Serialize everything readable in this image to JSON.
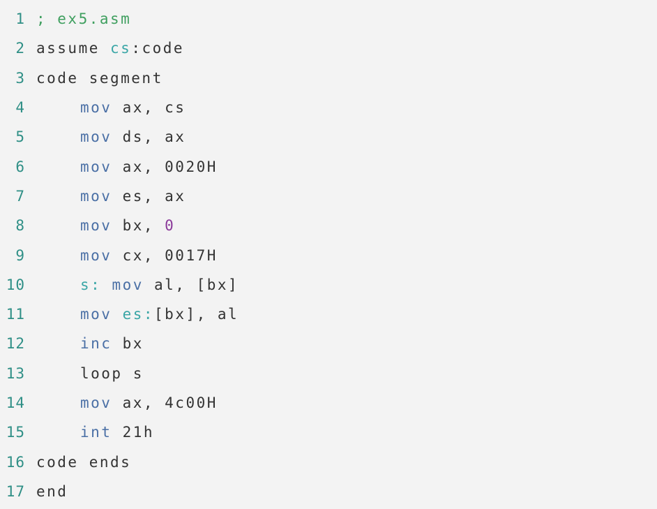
{
  "theme": {
    "background": "#f3f3f3",
    "line_number": "#2f8f86",
    "plain": "#333333",
    "comment": "#3f9f5f",
    "keyword": "#4a6fa5",
    "register_prefix": "#3aa6a6",
    "number": "#8b3a9a"
  },
  "lines": [
    {
      "number": "1",
      "indent": false,
      "tokens": [
        {
          "text": "; ex5.asm",
          "kind": "comment"
        }
      ]
    },
    {
      "number": "2",
      "indent": false,
      "tokens": [
        {
          "text": "assume ",
          "kind": "plain"
        },
        {
          "text": "cs",
          "kind": "register_prefix"
        },
        {
          "text": ":code",
          "kind": "plain"
        }
      ]
    },
    {
      "number": "3",
      "indent": false,
      "tokens": [
        {
          "text": "code segment",
          "kind": "plain"
        }
      ]
    },
    {
      "number": "4",
      "indent": true,
      "tokens": [
        {
          "text": "mov",
          "kind": "keyword"
        },
        {
          "text": " ax, cs",
          "kind": "plain"
        }
      ]
    },
    {
      "number": "5",
      "indent": true,
      "tokens": [
        {
          "text": "mov",
          "kind": "keyword"
        },
        {
          "text": " ds, ax",
          "kind": "plain"
        }
      ]
    },
    {
      "number": "6",
      "indent": true,
      "tokens": [
        {
          "text": "mov",
          "kind": "keyword"
        },
        {
          "text": " ax, 0020H",
          "kind": "plain"
        }
      ]
    },
    {
      "number": "7",
      "indent": true,
      "tokens": [
        {
          "text": "mov",
          "kind": "keyword"
        },
        {
          "text": " es, ax",
          "kind": "plain"
        }
      ]
    },
    {
      "number": "8",
      "indent": true,
      "tokens": [
        {
          "text": "mov",
          "kind": "keyword"
        },
        {
          "text": " bx, ",
          "kind": "plain"
        },
        {
          "text": "0",
          "kind": "number"
        }
      ]
    },
    {
      "number": "9",
      "indent": true,
      "tokens": [
        {
          "text": "mov",
          "kind": "keyword"
        },
        {
          "text": " cx, 0017H",
          "kind": "plain"
        }
      ]
    },
    {
      "number": "10",
      "indent": true,
      "tokens": [
        {
          "text": "s: ",
          "kind": "register_prefix"
        },
        {
          "text": "mov",
          "kind": "keyword"
        },
        {
          "text": " al, [bx]",
          "kind": "plain"
        }
      ]
    },
    {
      "number": "11",
      "indent": true,
      "tokens": [
        {
          "text": "mov",
          "kind": "keyword"
        },
        {
          "text": " ",
          "kind": "plain"
        },
        {
          "text": "es:",
          "kind": "register_prefix"
        },
        {
          "text": "[bx], al",
          "kind": "plain"
        }
      ]
    },
    {
      "number": "12",
      "indent": true,
      "tokens": [
        {
          "text": "inc",
          "kind": "keyword"
        },
        {
          "text": " bx",
          "kind": "plain"
        }
      ]
    },
    {
      "number": "13",
      "indent": true,
      "tokens": [
        {
          "text": "loop s",
          "kind": "plain"
        }
      ]
    },
    {
      "number": "14",
      "indent": true,
      "tokens": [
        {
          "text": "mov",
          "kind": "keyword"
        },
        {
          "text": " ax, 4c00H",
          "kind": "plain"
        }
      ]
    },
    {
      "number": "15",
      "indent": true,
      "tokens": [
        {
          "text": "int",
          "kind": "keyword"
        },
        {
          "text": " 21h",
          "kind": "plain"
        }
      ]
    },
    {
      "number": "16",
      "indent": false,
      "tokens": [
        {
          "text": "code ends",
          "kind": "plain"
        }
      ]
    },
    {
      "number": "17",
      "indent": false,
      "tokens": [
        {
          "text": "end",
          "kind": "plain"
        }
      ]
    }
  ]
}
